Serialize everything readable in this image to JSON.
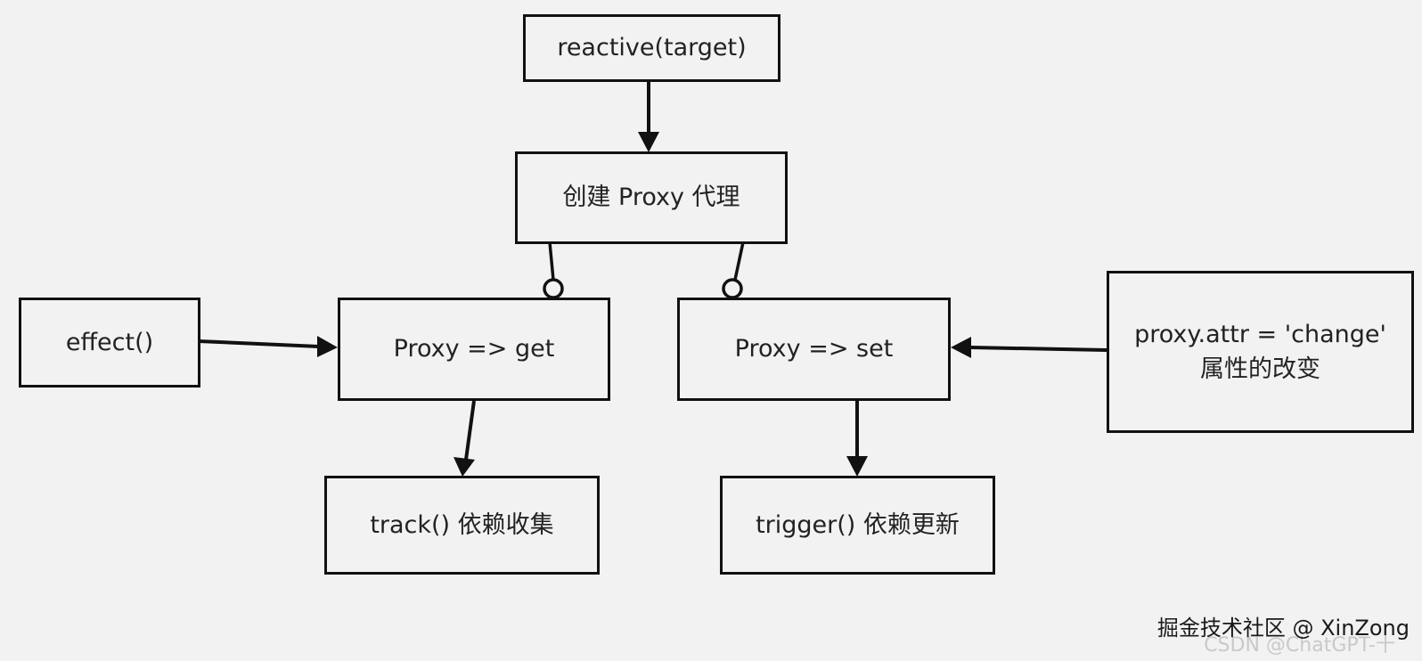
{
  "nodes": {
    "reactive": "reactive(target)",
    "proxy_create": "创建 Proxy 代理",
    "effect": "effect()",
    "proxy_get": "Proxy => get",
    "proxy_set": "Proxy => set",
    "attr_change_line1": "proxy.attr = 'change'",
    "attr_change_line2": "属性的改变",
    "track": "track() 依赖收集",
    "trigger": "trigger() 依赖更新"
  },
  "watermark": {
    "text": "掘金技术社区 @ XinZong",
    "ghost_text": "CSDN @ChatGPT-十"
  },
  "colors": {
    "background": "#f2f2f2",
    "stroke": "#111111",
    "text": "#222222"
  }
}
